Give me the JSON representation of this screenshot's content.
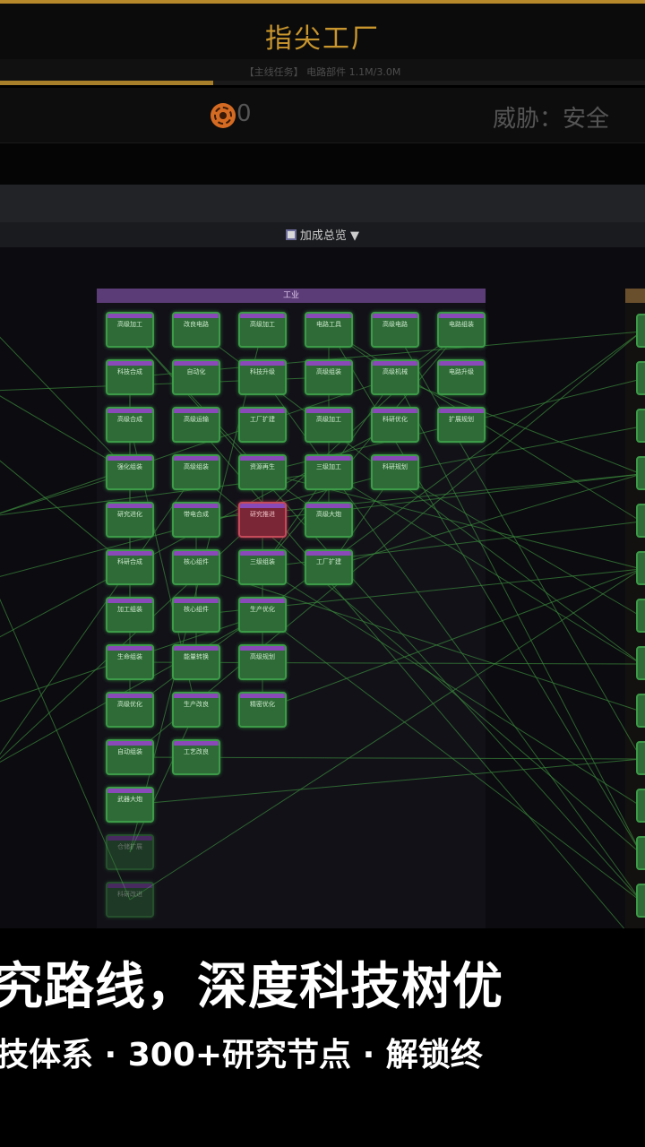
{
  "header": {
    "title": "指尖工厂",
    "quest_text": "【主线任务】 电路部件 1.1M/3.0M",
    "quest_progress": 0.33
  },
  "status": {
    "resource_icon": "radiation-icon",
    "resource_value": "0",
    "threat_text": "威胁：安全"
  },
  "toolbar": {
    "filter_label": "加成总览 ▼"
  },
  "tree": {
    "group_label": "工业",
    "nodes": [
      [
        "高级加工",
        "改良电路",
        "高级加工",
        "电路工具",
        "高级电路",
        "电路组装"
      ],
      [
        "科技合成",
        "自动化",
        "科技升级",
        "高级组装",
        "高级机械",
        "电路升级"
      ],
      [
        "高级合成",
        "高级运输",
        "工厂扩建",
        "高级加工",
        "科研优化",
        "扩展规划"
      ],
      [
        "强化组装",
        "高级组装",
        "资源再生",
        "三级加工",
        "科研规划",
        ""
      ],
      [
        "研究进化",
        "带电合成",
        "研究推进",
        "高级大炮",
        "",
        ""
      ],
      [
        "科研合成",
        "核心组件",
        "三级组装",
        "工厂扩建",
        "",
        ""
      ],
      [
        "加工组装",
        "核心组件",
        "生产优化",
        "",
        "",
        ""
      ],
      [
        "生命组装",
        "能量转换",
        "高级规划",
        "",
        "",
        ""
      ],
      [
        "高级优化",
        "生产改良",
        "精密优化",
        "",
        "",
        ""
      ],
      [
        "自动组装",
        "工艺改良",
        "",
        "",
        "",
        ""
      ],
      [
        "武器大炮",
        "",
        "",
        "",
        "",
        ""
      ],
      [
        "仓储扩展",
        "",
        "",
        "",
        "",
        ""
      ],
      [
        "科研改进",
        "",
        "",
        "",
        "",
        ""
      ]
    ],
    "locked_node": "研究推进",
    "colors": {
      "node_fill": "#2e6b36",
      "node_border": "#3c9a48",
      "node_cap": "#8a49b8",
      "locked_fill": "#7a2636",
      "connector": "#3a8a3c",
      "group_header": "#5b3c76"
    }
  },
  "caption": {
    "main": "究路线，深度科技树优",
    "sub": "技体系 · 300+研究节点 · 解锁终"
  }
}
